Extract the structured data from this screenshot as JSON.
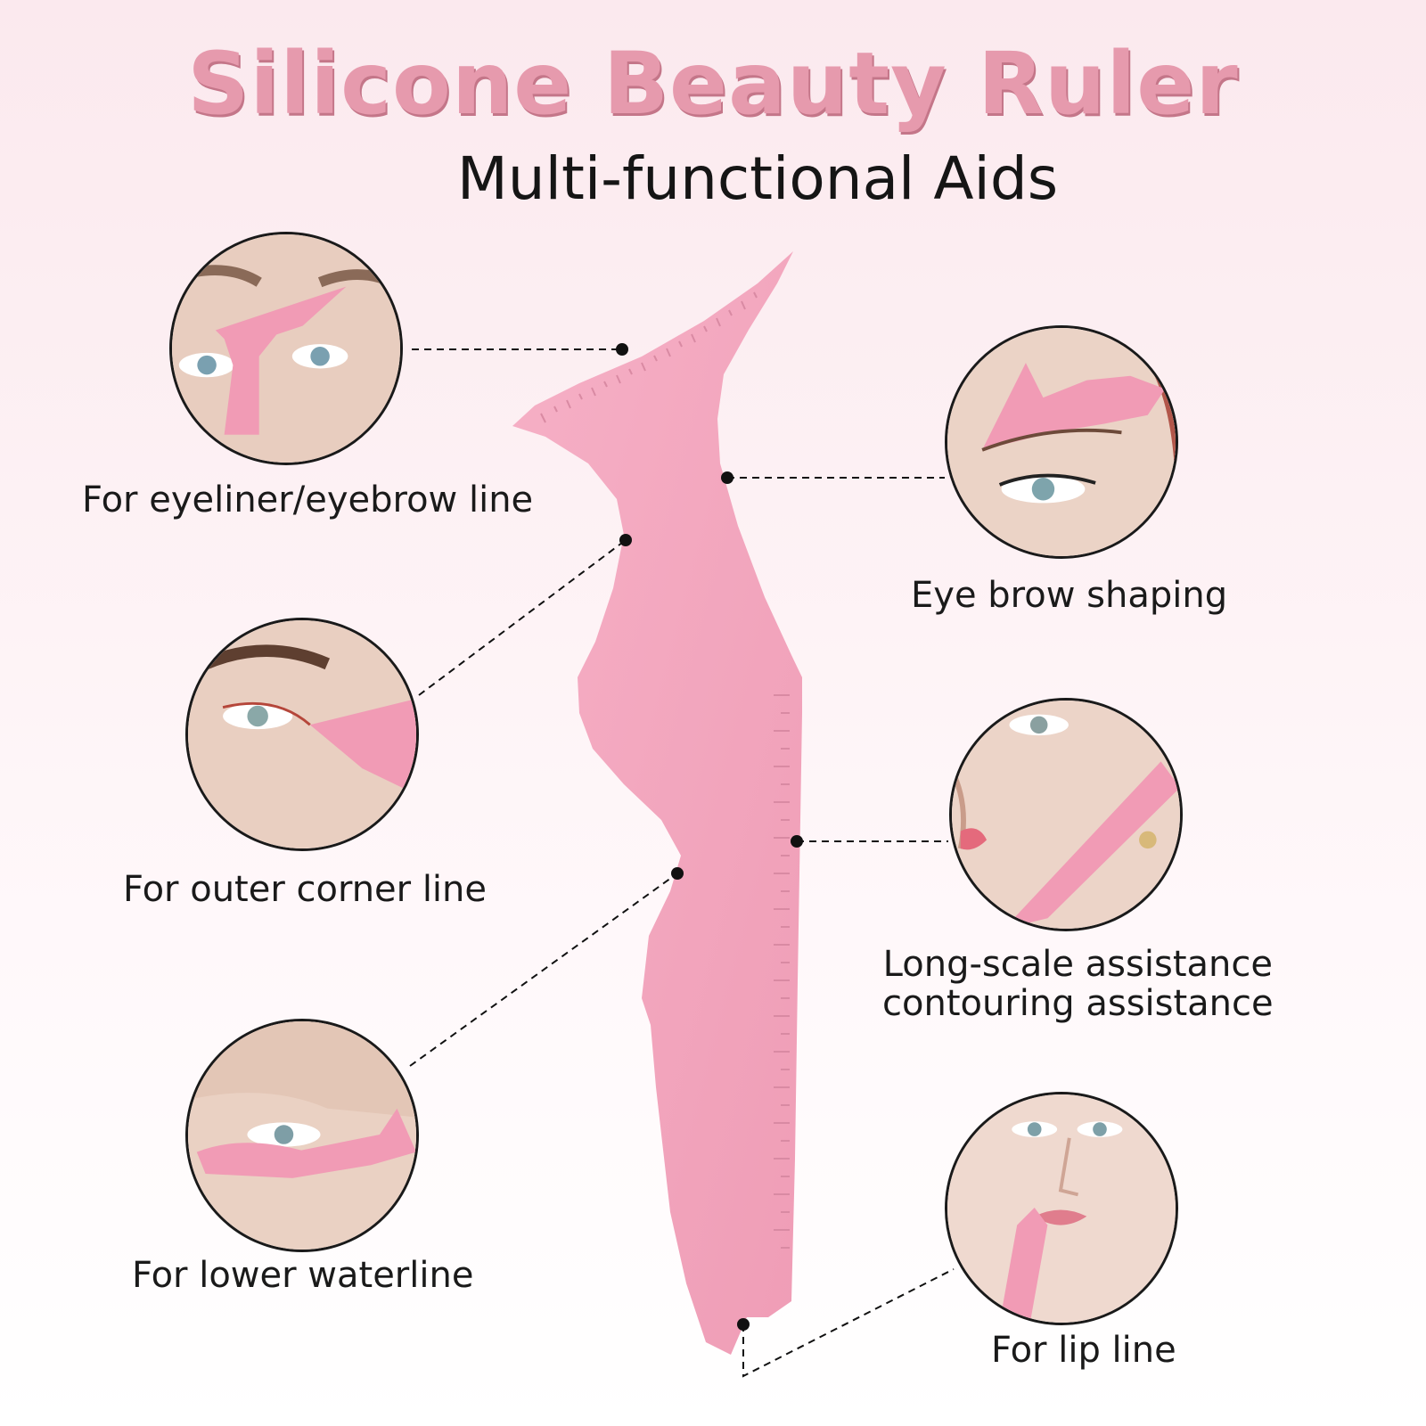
{
  "header": {
    "title": "Silicone Beauty Ruler",
    "subtitle": "Multi-functional Aids"
  },
  "features": [
    {
      "caption": "For eyeliner/eyebrow line"
    },
    {
      "caption": "Eye brow shaping"
    },
    {
      "caption": "For outer corner line"
    },
    {
      "caption": "Long-scale assistance",
      "caption2": "contouring assistance"
    },
    {
      "caption": "For lower waterline"
    },
    {
      "caption": "For lip line"
    }
  ],
  "colors": {
    "title": "#e69aad",
    "ruler": "#f3a6be",
    "skin": "#ecd2c4",
    "text": "#1a1a1a"
  }
}
